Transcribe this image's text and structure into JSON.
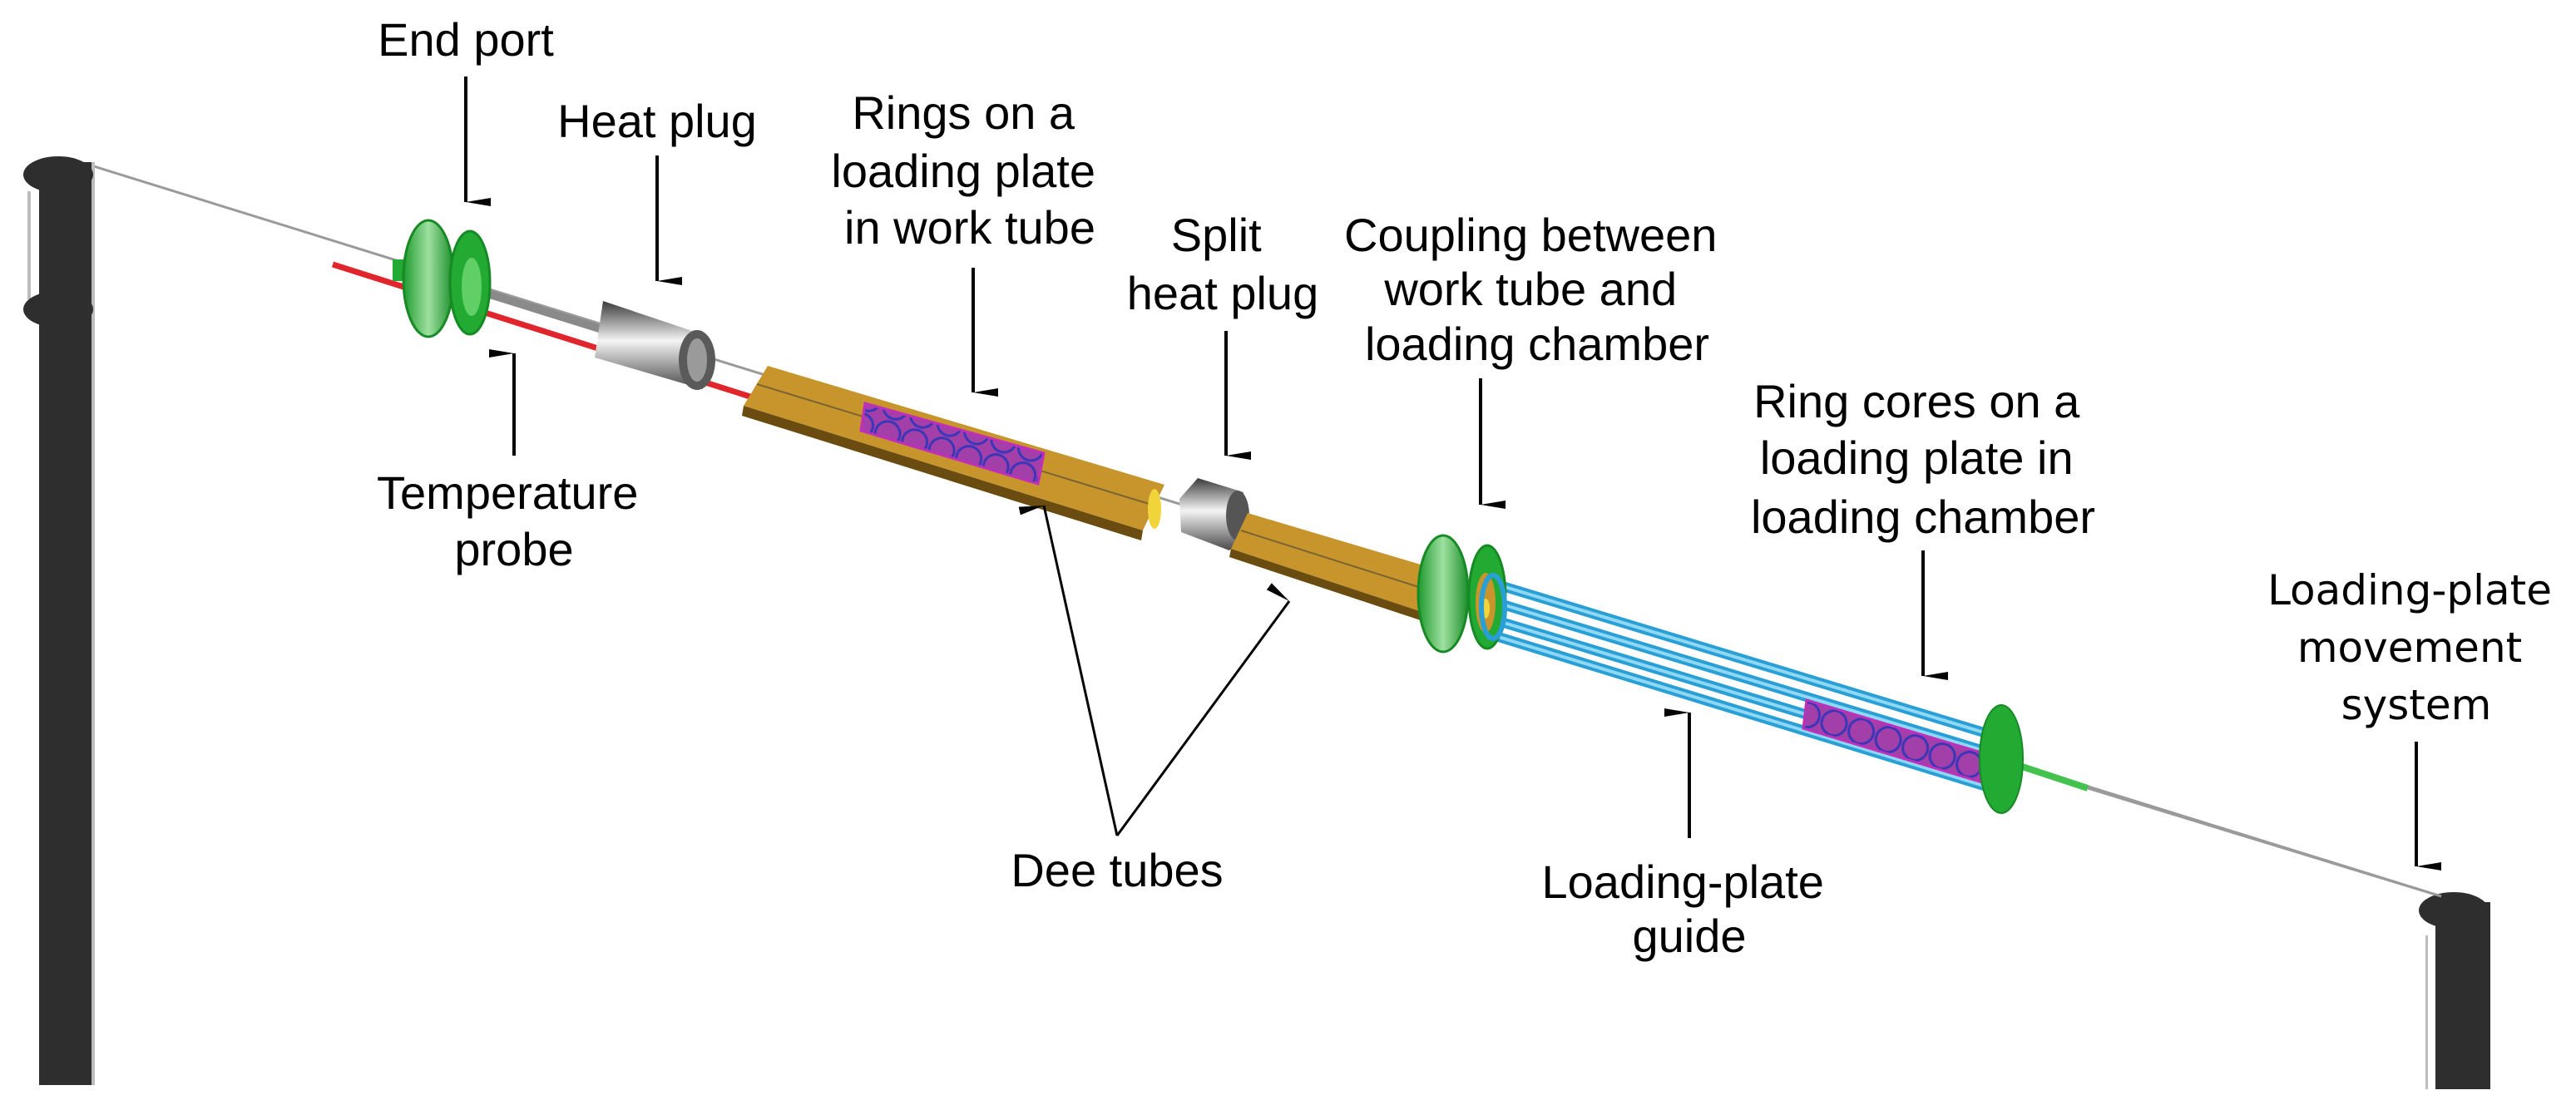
{
  "figure": {
    "description": "Exploded 3D schematic of an irradiation apparatus with labeled components",
    "colors": {
      "frame": "#2e2e2e",
      "end_port": "#22aa33",
      "heat_plug": "#6e6e6e",
      "dee_tube": "#c8952c",
      "loading_plate": "#a23fa8",
      "rings": "#3a36b8",
      "guide_rods": "#2a9fd6",
      "temperature_probe": "#e0262c",
      "wire": "#9a9a9a"
    }
  },
  "labels": {
    "end_port": [
      "End port"
    ],
    "heat_plug": [
      "Heat plug"
    ],
    "rings_work_tube": [
      "Rings on a",
      "loading plate",
      "in work tube"
    ],
    "split_heat_plug": [
      "Split",
      "heat plug"
    ],
    "coupling": [
      "Coupling between",
      "work tube and",
      "loading chamber"
    ],
    "ring_cores_chamber": [
      "Ring cores on a",
      "loading plate in",
      "loading chamber"
    ],
    "movement_system": [
      "Loading-plate",
      "movement",
      "system"
    ],
    "temperature_probe": [
      "Temperature",
      "probe"
    ],
    "dee_tubes": [
      "Dee tubes"
    ],
    "guide": [
      "Loading-plate",
      "guide"
    ]
  }
}
